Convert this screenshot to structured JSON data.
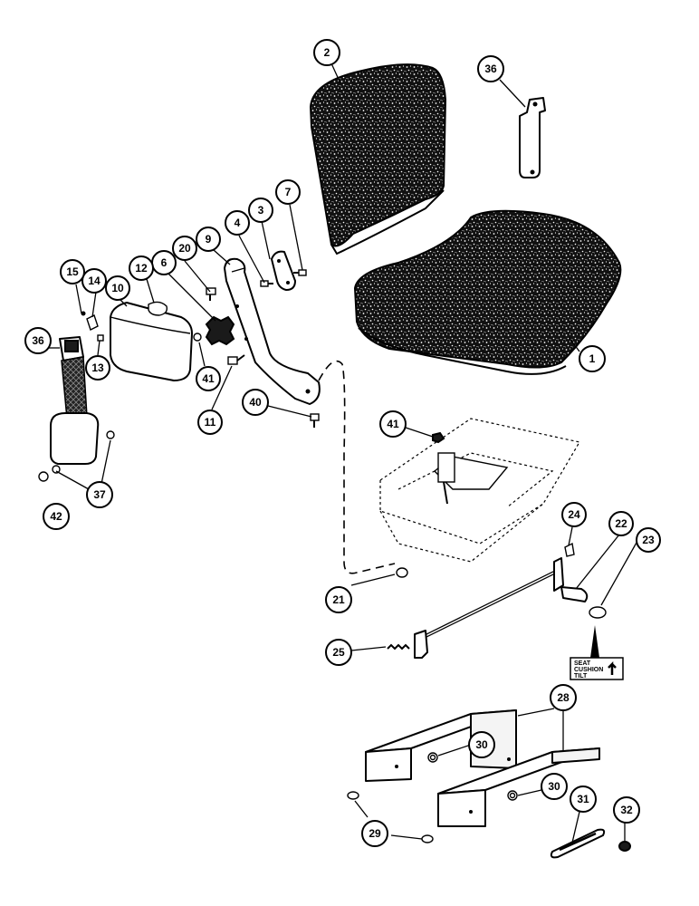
{
  "callouts": [
    {
      "id": "c1",
      "label": "1"
    },
    {
      "id": "c2",
      "label": "2"
    },
    {
      "id": "c3",
      "label": "3"
    },
    {
      "id": "c4",
      "label": "4"
    },
    {
      "id": "c6",
      "label": "6"
    },
    {
      "id": "c7",
      "label": "7"
    },
    {
      "id": "c9",
      "label": "9"
    },
    {
      "id": "c10",
      "label": "10"
    },
    {
      "id": "c11",
      "label": "11"
    },
    {
      "id": "c12",
      "label": "12"
    },
    {
      "id": "c13",
      "label": "13"
    },
    {
      "id": "c14",
      "label": "14"
    },
    {
      "id": "c15",
      "label": "15"
    },
    {
      "id": "c20",
      "label": "20"
    },
    {
      "id": "c21",
      "label": "21"
    },
    {
      "id": "c22",
      "label": "22"
    },
    {
      "id": "c23",
      "label": "23"
    },
    {
      "id": "c24",
      "label": "24"
    },
    {
      "id": "c25",
      "label": "25"
    },
    {
      "id": "c28",
      "label": "28"
    },
    {
      "id": "c29",
      "label": "29"
    },
    {
      "id": "c30a",
      "label": "30"
    },
    {
      "id": "c30b",
      "label": "30"
    },
    {
      "id": "c31",
      "label": "31"
    },
    {
      "id": "c32",
      "label": "32"
    },
    {
      "id": "c36a",
      "label": "36"
    },
    {
      "id": "c36b",
      "label": "36"
    },
    {
      "id": "c37",
      "label": "37"
    },
    {
      "id": "c40",
      "label": "40"
    },
    {
      "id": "c41a",
      "label": "41"
    },
    {
      "id": "c41b",
      "label": "41"
    },
    {
      "id": "c42",
      "label": "42"
    }
  ],
  "decal": {
    "line1": "SEAT",
    "line2": "CUSHION",
    "line3": "TILT"
  }
}
